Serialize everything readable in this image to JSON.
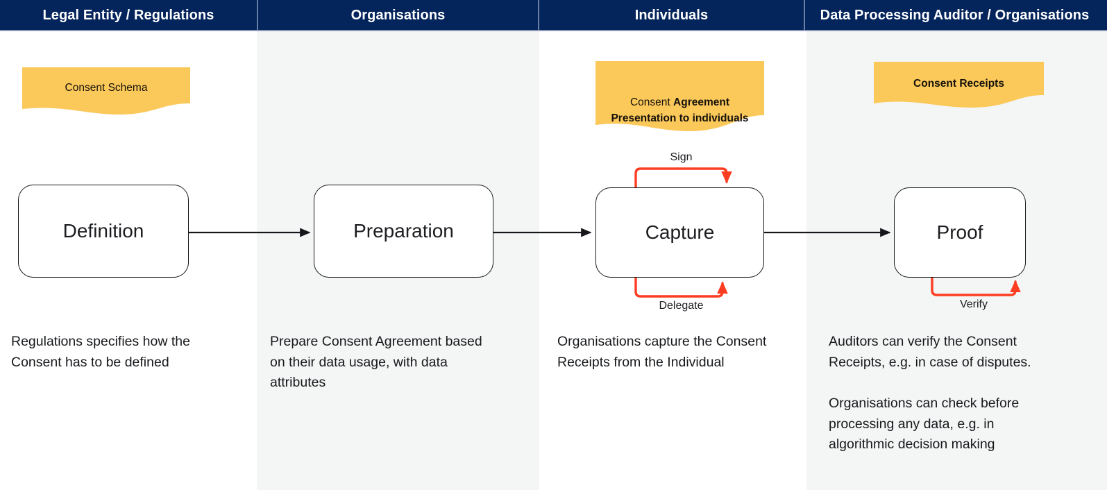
{
  "theme": {
    "header_bg": "#04245c",
    "header_text": "#ffffff",
    "header_divider": "#6a7fa3",
    "column_shade": "#f4f5f5",
    "column_plain": "#ffffff",
    "note_fill": "#fbc85a",
    "note_text": "#15110a",
    "box_border": "#15171a",
    "box_fill": "#ffffff",
    "connector": "#15171a",
    "loop_accent": "#fc3d21",
    "body_text": "#16181b"
  },
  "columns": [
    {
      "id": "legal-entity-regulations",
      "header": "Legal Entity / Regulations",
      "shaded": false,
      "note": {
        "id": "consent-schema",
        "plain": "Consent Schema",
        "bold": ""
      },
      "stage": "Definition",
      "description": "Regulations specifies how the\nConsent has to be defined"
    },
    {
      "id": "organisations",
      "header": "Organisations",
      "shaded": true,
      "note": null,
      "stage": "Preparation",
      "description": "Prepare Consent Agreement based\non their data usage, with data\nattributes"
    },
    {
      "id": "individuals",
      "header": "Individuals",
      "shaded": false,
      "note": {
        "id": "consent-agreement-presentation",
        "plain": "Consent ",
        "bold": "Agreement\nPresentation to individuals"
      },
      "stage": "Capture",
      "description": "Organisations capture the Consent\nReceipts from the Individual"
    },
    {
      "id": "data-processing-auditor-organisations",
      "header": "Data Processing Auditor / Organisations",
      "shaded": true,
      "note": {
        "id": "consent-receipts",
        "plain": "",
        "bold": "Consent Receipts"
      },
      "stage": "Proof",
      "description": "Auditors can verify the Consent\nReceipts, e.g. in case of disputes.\n\nOrganisations can check before\nprocessing any data, e.g. in\nalgorithmic decision making"
    }
  ],
  "loops": [
    {
      "id": "sign-loop",
      "label": "Sign",
      "stage": "Capture",
      "position": "above"
    },
    {
      "id": "delegate-loop",
      "label": "Delegate",
      "stage": "Capture",
      "position": "below"
    },
    {
      "id": "verify-loop",
      "label": "Verify",
      "stage": "Proof",
      "position": "below"
    }
  ],
  "connectors": [
    {
      "id": "definition-to-preparation",
      "from": "Definition",
      "to": "Preparation"
    },
    {
      "id": "preparation-to-capture",
      "from": "Preparation",
      "to": "Capture"
    },
    {
      "id": "capture-to-proof",
      "from": "Capture",
      "to": "Proof"
    }
  ]
}
